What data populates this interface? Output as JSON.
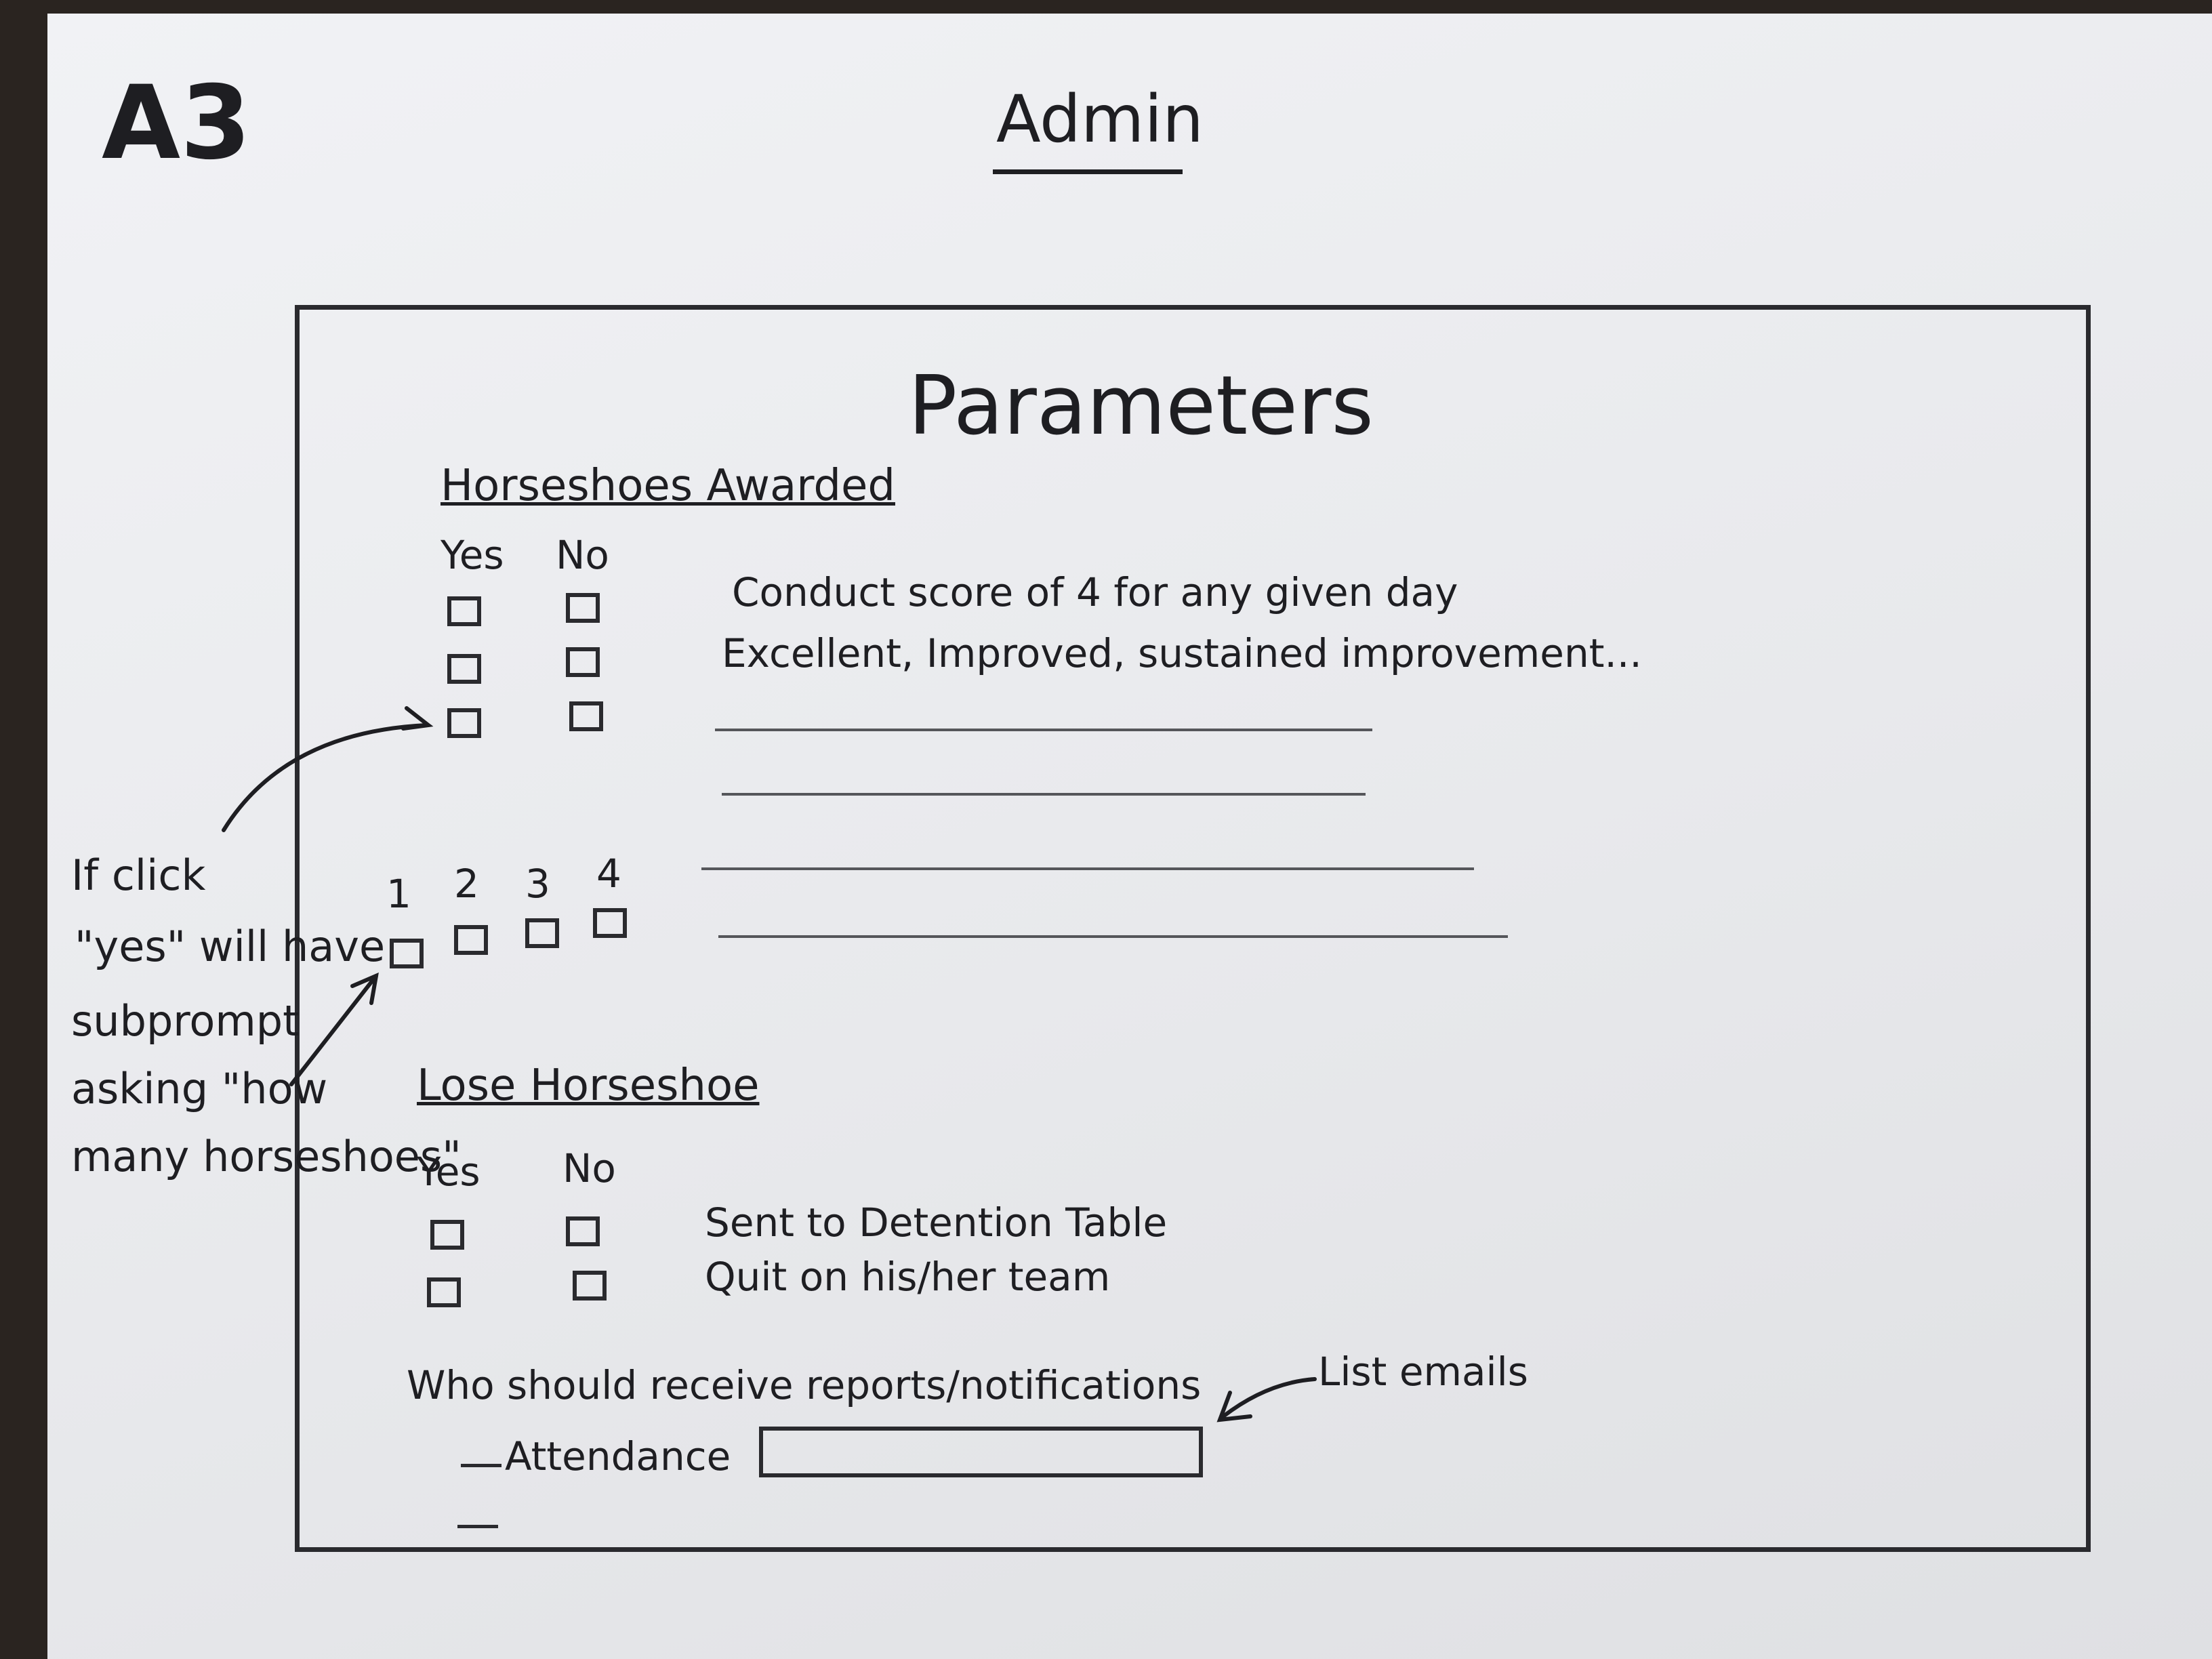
{
  "sheet": {
    "code": "A3",
    "heading": "Admin"
  },
  "frame": {
    "title": "Parameters"
  },
  "horseshoes_awarded": {
    "title": "Horseshoes Awarded",
    "yes_label": "Yes",
    "no_label": "No",
    "criteria": [
      "Conduct score of 4 for any given day",
      "Excellent, Improved, sustained improvement..."
    ],
    "count_options": [
      "1",
      "2",
      "3",
      "4"
    ]
  },
  "lose_horseshoe": {
    "title": "Lose Horseshoe",
    "yes_label": "Yes",
    "no_label": "No",
    "criteria": [
      "Sent to Detention Table",
      "Quit on his/her team"
    ]
  },
  "notifications": {
    "prompt": "Who should receive reports/notifications",
    "attendance_label": "Attendance",
    "attendance_value": ""
  },
  "annotations": {
    "subprompt_note": [
      "If click",
      "\"yes\" will have",
      "subprompt",
      "asking \"how",
      "many horseshoes\""
    ],
    "email_note": "List emails"
  }
}
